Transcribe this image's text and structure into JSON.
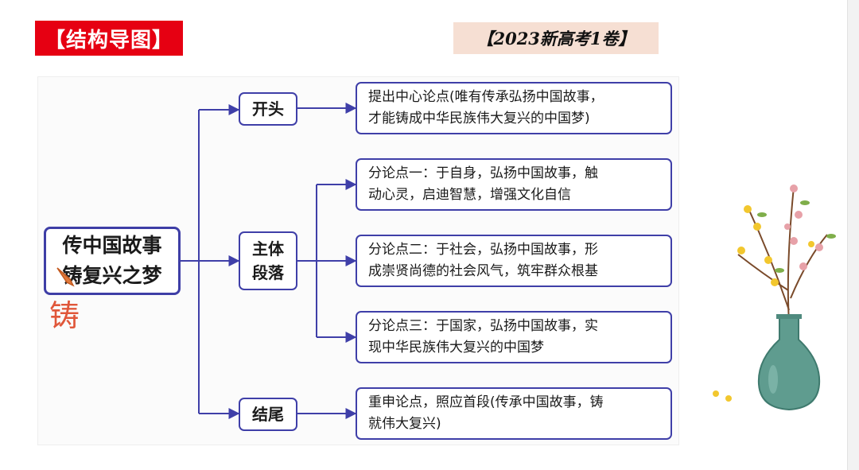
{
  "header": {
    "section_title": "【结构导图】",
    "exam_tag": "【2023新高考1卷】"
  },
  "root": {
    "line1": "传中国故事",
    "line2": "铸复兴之梦"
  },
  "annotation": {
    "handwritten": "铸"
  },
  "branches": [
    {
      "label_lines": [
        "开头"
      ],
      "leaves": [
        {
          "lines": [
            "提出中心论点(唯有传承弘扬中国故事，",
            "才能铸成中华民族伟大复兴的中国梦)"
          ]
        }
      ]
    },
    {
      "label_lines": [
        "主体",
        "段落"
      ],
      "leaves": [
        {
          "lines": [
            "分论点一：于自身，弘扬中国故事，触",
            "动心灵，启迪智慧，增强文化自信"
          ]
        },
        {
          "lines": [
            "分论点二：于社会，弘扬中国故事，形",
            "成崇贤尚德的社会风气，筑牢群众根基"
          ]
        },
        {
          "lines": [
            "分论点三：于国家，弘扬中国故事，实",
            "现中华民族伟大复兴的中国梦"
          ]
        }
      ]
    },
    {
      "label_lines": [
        "结尾"
      ],
      "leaves": [
        {
          "lines": [
            "重申论点，照应首段(传承中国故事，铸",
            "就伟大复兴)"
          ]
        }
      ]
    }
  ],
  "colors": {
    "title_bg": "#e60012",
    "tag_bg": "#f6dfd3",
    "connector": "#3f3fa8",
    "annotation": "#e0573a"
  },
  "icons": {
    "decoration": "vase-with-flowers",
    "pen": "pen-cursor"
  }
}
